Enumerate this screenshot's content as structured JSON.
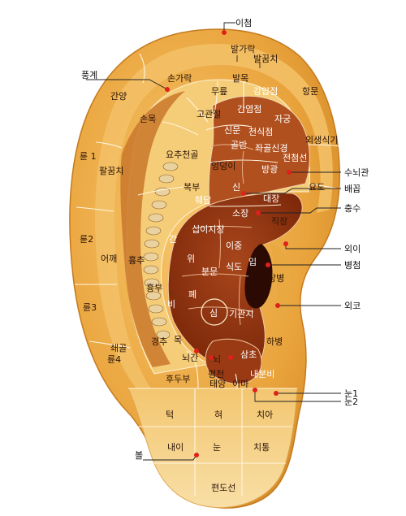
{
  "labels": {
    "icheom": "이첨",
    "balgarak": "발가락",
    "balkkumchi": "발꿈치",
    "punggye": "풍계",
    "songarak": "손가락",
    "balmok": "발목",
    "gangapjeom": "강압점",
    "hangmun": "항문",
    "ganyang": "간양",
    "murup": "무릎",
    "gogwanjeol": "고관절",
    "ganyeomjeom": "간염점",
    "jagung": "자궁",
    "sonmok": "손목",
    "sinmun": "신문",
    "cheonsikjeom": "천식점",
    "oesaengsikgi": "외생식기",
    "goldban": "골반",
    "jwagolsingyeong": "좌골신경",
    "jeoncheomseon": "전첨선",
    "yochucheongol": "요추천골",
    "ryun1": "륜 1",
    "eongdeongi": "엉덩이",
    "banggwang": "방광",
    "sunoegwan": "수뇌관",
    "palkkumchi": "팔꿈치",
    "bokbu": "복부",
    "sin": "신",
    "yodo": "요도",
    "baekkop": "배꼽",
    "chwidam": "췌담",
    "sojang": "소장",
    "daejang": "대장",
    "chungsu": "충수",
    "jikjang": "직장",
    "ryun2": "륜2",
    "sipijijang": "십이지장",
    "gan": "간",
    "ijung": "이중",
    "oei": "외이",
    "eokkae": "어깨",
    "wi": "위",
    "byeongcheom": "병첨",
    "hyungchu": "흉추",
    "bunmun": "분문",
    "sikdo": "식도",
    "ip": "입",
    "sangbyeong": "상병",
    "hyungbu": "흉부",
    "pye": "폐",
    "ryun3": "륜3",
    "bi": "비",
    "oeko": "외코",
    "sim": "심",
    "gigwanji": "기관지",
    "swaegol": "쇄골",
    "mok": "목",
    "gyeongchu": "경추",
    "habyeong": "하병",
    "ryun4": "륜4",
    "noegan": "뇌간",
    "noe": "뇌",
    "samcho": "삼초",
    "pyeongcheon": "평천",
    "naebunbi": "내분비",
    "hudubu": "후두부",
    "taeyang": "태양",
    "ima": "이마",
    "nun1": "눈1",
    "nun2": "눈2",
    "teok": "턱",
    "hyeo": "혀",
    "chia": "치아",
    "bol": "볼",
    "naei": "내이",
    "nun": "눈",
    "chitong": "치통",
    "pyeondoseon": "편도선"
  },
  "colors": {
    "helix_outer": "#e9a33c",
    "helix_light": "#f7cf78",
    "scaphoid": "#f2bd5e",
    "antihelix": "#f4c872",
    "concha_upper": "#9a3a14",
    "concha_lower": "#7b2409",
    "cavity_dark": "#3a0e04",
    "lobe": "#f6d590",
    "marker": "#e0201a"
  }
}
